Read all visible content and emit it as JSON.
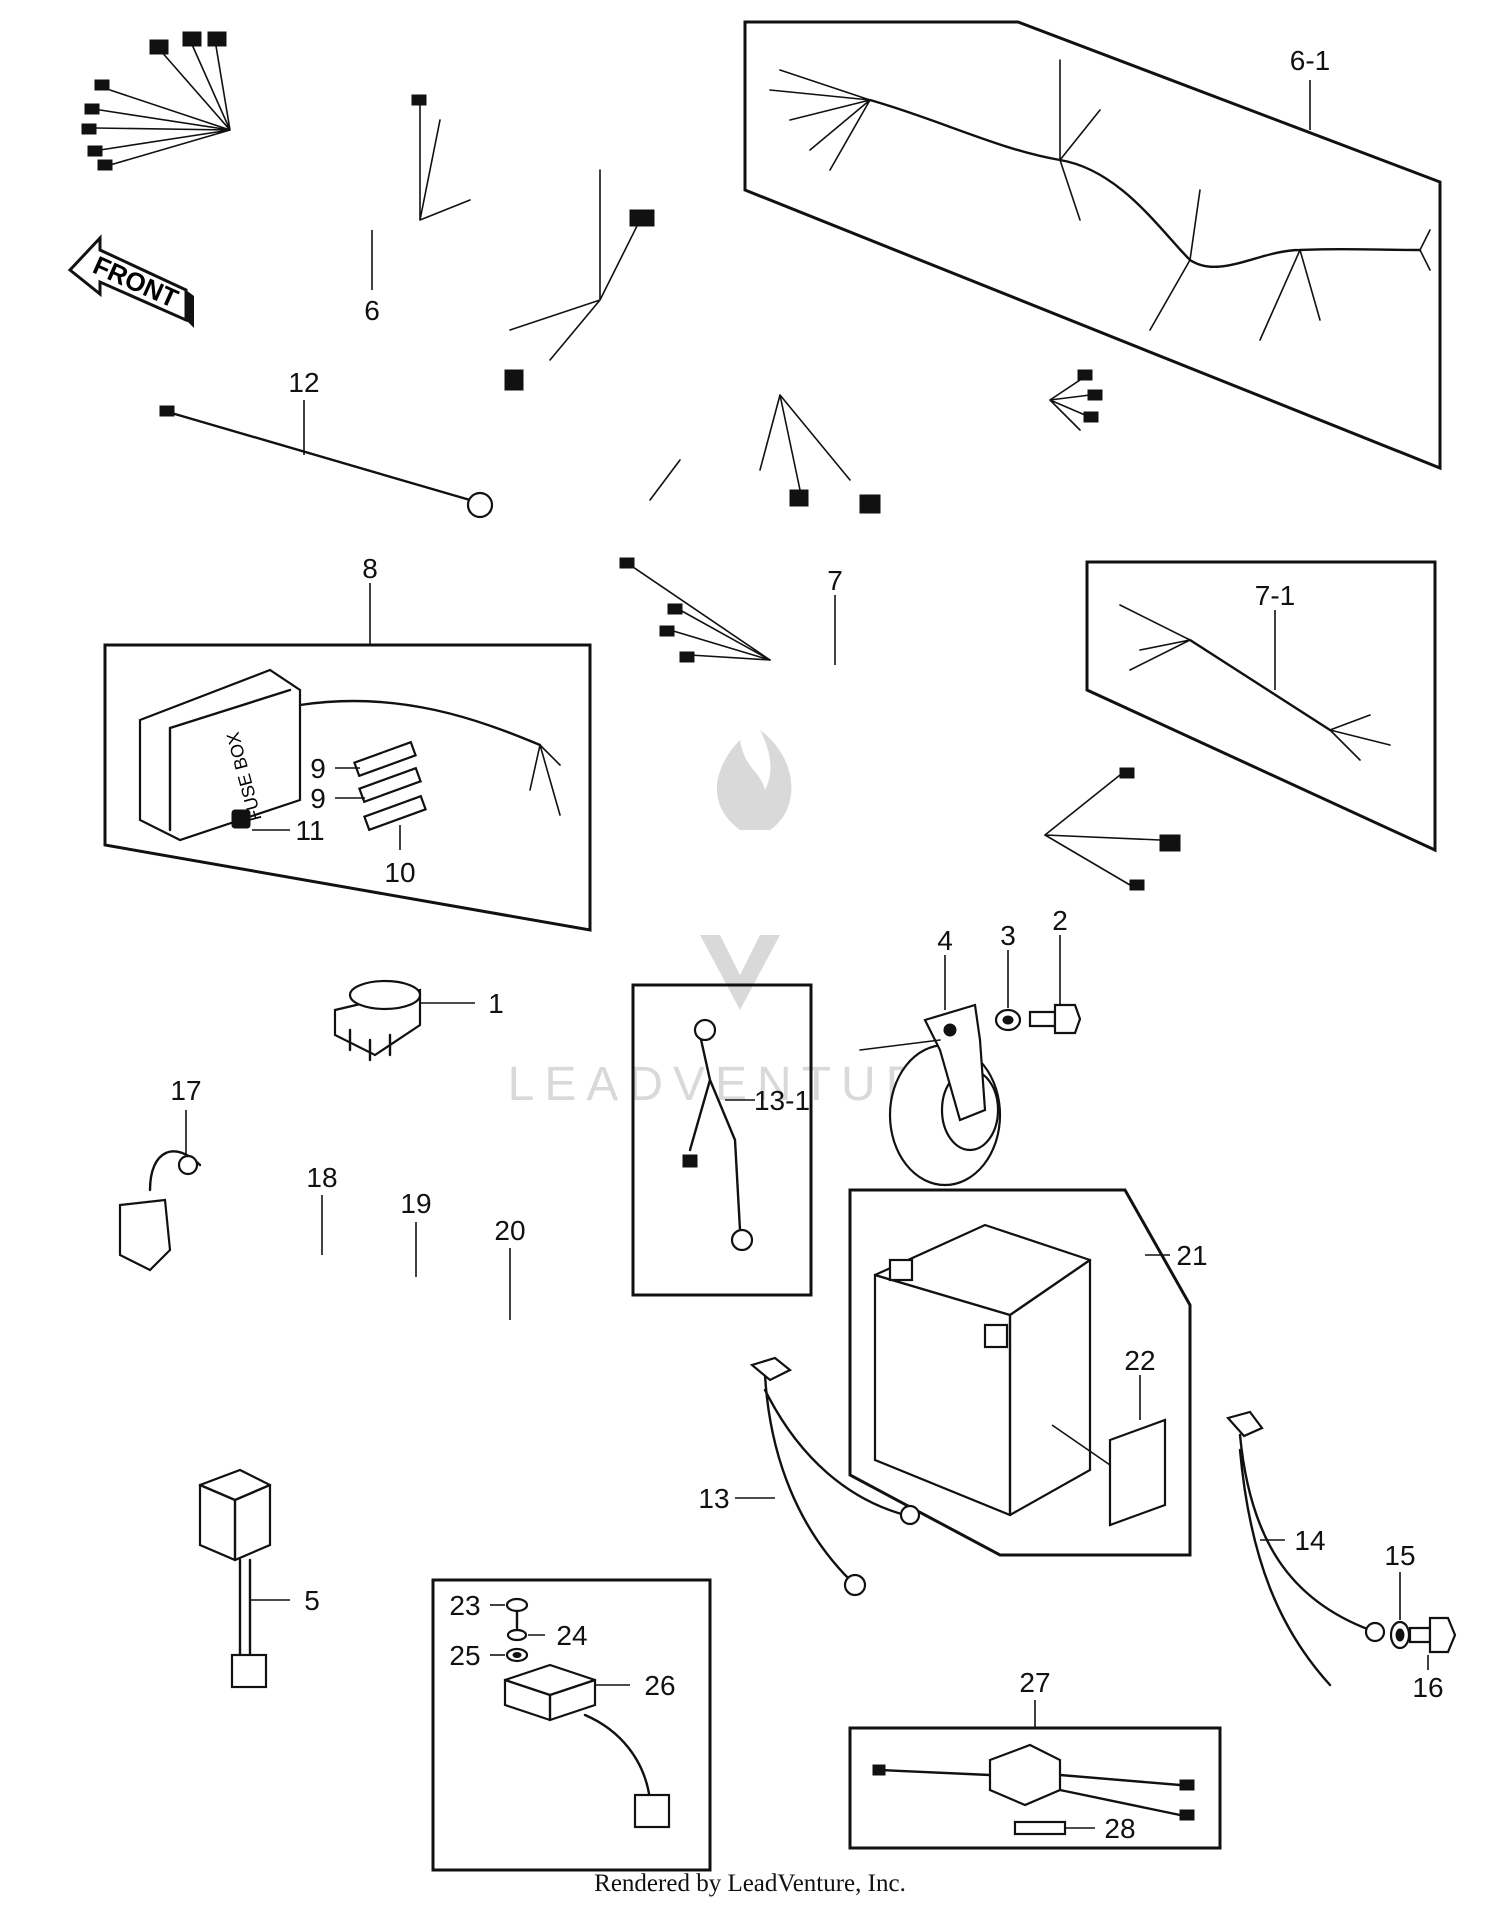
{
  "front_label": "FRONT",
  "watermark": "LEADVENTURE",
  "footer": "Rendered by LeadVenture, Inc.",
  "callouts": {
    "c1": "1",
    "c2": "2",
    "c3": "3",
    "c4": "4",
    "c5": "5",
    "c6": "6",
    "c6_1": "6-1",
    "c7": "7",
    "c7_1": "7-1",
    "c8": "8",
    "c9a": "9",
    "c9b": "9",
    "c10": "10",
    "c11": "11",
    "c12": "12",
    "c13": "13",
    "c13_1": "13-1",
    "c14": "14",
    "c15": "15",
    "c16": "16",
    "c17": "17",
    "c18": "18",
    "c19": "19",
    "c20": "20",
    "c21": "21",
    "c22": "22",
    "c23": "23",
    "c24": "24",
    "c25": "25",
    "c26": "26",
    "c27": "27",
    "c28": "28"
  },
  "fuse_box_text": "FUSE BOX"
}
